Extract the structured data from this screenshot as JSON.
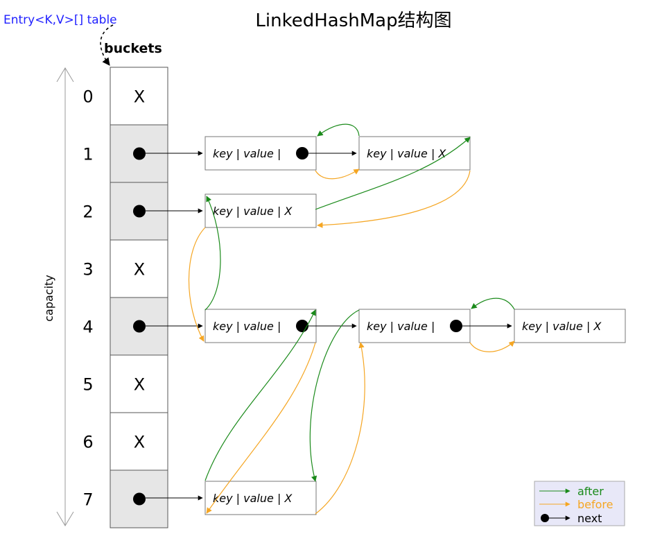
{
  "title": "LinkedHashMap结构图",
  "table_label": "Entry<K,V>[] table",
  "buckets_label": "buckets",
  "capacity_label": "capacity",
  "bucket_indices": [
    "0",
    "1",
    "2",
    "3",
    "4",
    "5",
    "6",
    "7"
  ],
  "bucket_empty_mark": "X",
  "bucket_states": [
    "empty",
    "ref",
    "ref",
    "empty",
    "ref",
    "empty",
    "empty",
    "ref"
  ],
  "entry": {
    "key": "key",
    "sep": "|",
    "value": "value",
    "null_mark": "X"
  },
  "legend": {
    "after": "after",
    "before": "before",
    "next": "next"
  },
  "colors": {
    "after": "#1a8a1a",
    "before": "#f5a623",
    "table_label": "#1f1fff",
    "filled_bucket": "#e6e6e6",
    "legend_bg": "#e8e8f8"
  }
}
